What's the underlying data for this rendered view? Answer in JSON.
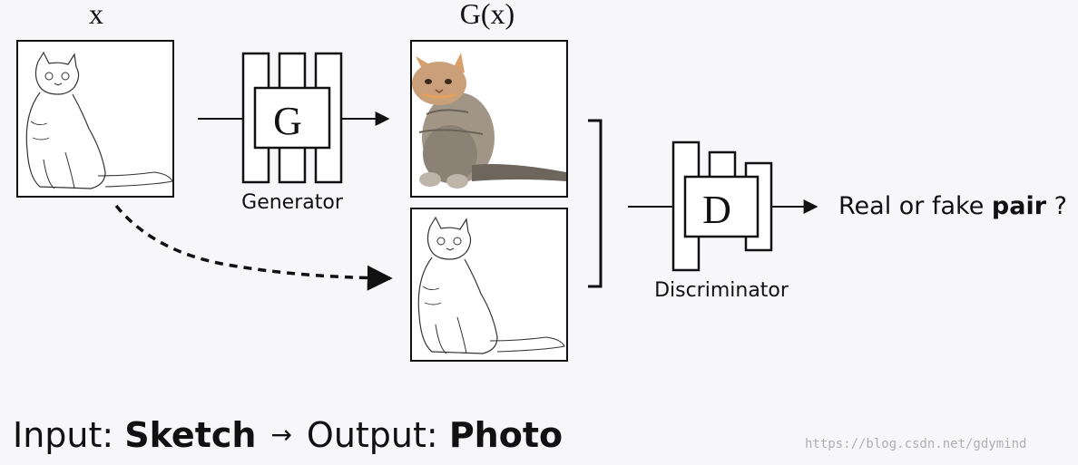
{
  "labels": {
    "input_var": "x",
    "output_var": "G(x)",
    "generator_letter": "G",
    "generator_name": "Generator",
    "discriminator_letter": "D",
    "discriminator_name": "Discriminator",
    "verdict_prefix": "Real or fake",
    "verdict_bold": "pair",
    "verdict_suffix": " ?"
  },
  "footer": {
    "input_prefix": "Input:",
    "input_value": "Sketch",
    "arrow": "→",
    "output_prefix": "Output:",
    "output_value": "Photo"
  },
  "watermark": "https://blog.csdn.net/gdymind",
  "icons": {
    "input_image": "cat-sketch-icon",
    "output_image": "cat-photo-icon",
    "paired_image": "cat-sketch-icon"
  },
  "colors": {
    "background": "#f7f7f9",
    "line": "#111111",
    "cat_fur": "#9a8f84",
    "cat_face": "#e0a160"
  }
}
